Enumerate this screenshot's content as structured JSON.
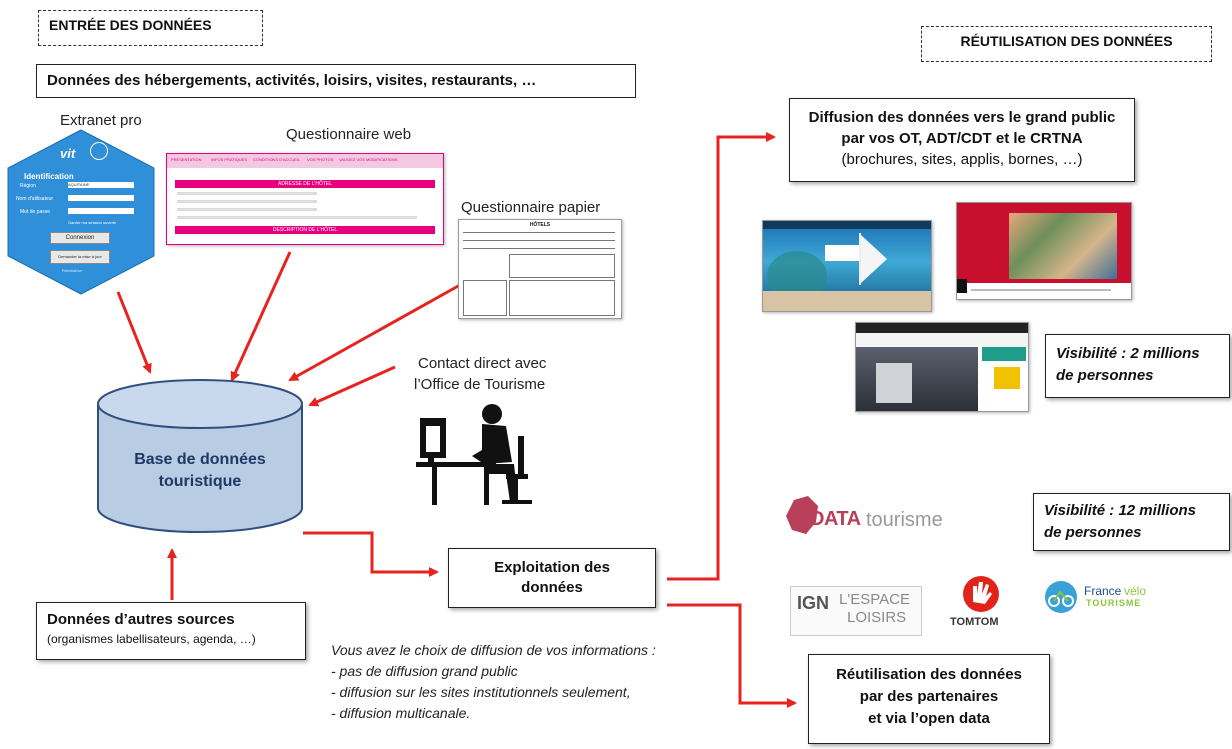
{
  "colors": {
    "arrow": "#e8221f",
    "db_fill": "#b8cce4",
    "db_stroke": "#2f4f7f",
    "db_text": "#1f3864",
    "pink": "#e6007e"
  },
  "headers": {
    "input": "ENTRÉE DES DONNÉES",
    "reuse": "RÉUTILISATION DES DONNÉES"
  },
  "data_types": "Données des hébergements, activités, loisirs, visites, restaurants, …",
  "sources": {
    "extranet": "Extranet pro",
    "web_form": "Questionnaire web",
    "paper_form": "Questionnaire papier",
    "contact_line1": "Contact direct avec",
    "contact_line2": "l’Office de Tourisme"
  },
  "extranet_ui": {
    "logo": "vit",
    "title": "Identification",
    "field1": "Région",
    "field1_value": "AQUITAINE",
    "field2": "Nom d'utilisateur",
    "field3": "Mot de passe",
    "remember": "Garder ma session ouverte",
    "button": "Connexion",
    "recover": "Demander la mise à jour",
    "recover2": "Réinitialiser"
  },
  "web_form_ui": {
    "tabs": [
      "PRÉSENTATION",
      "INFOS PRATIQUES",
      "CONDITIONS D'ACCUEIL",
      "VOS PHOTOS",
      "VALIDEZ VOS MODIFICATIONS"
    ],
    "section1": "ADRESSE DE L'HÔTEL",
    "section2": "DESCRIPTION DE L'HÔTEL"
  },
  "paper_form_ui": {
    "title": "HÔTELS"
  },
  "database": {
    "line1": "Base de données",
    "line2": "touristique"
  },
  "other_sources": {
    "title": "Données d’autres sources",
    "detail": "(organismes labellisateurs, agenda, …)"
  },
  "exploitation": {
    "line1": "Exploitation des",
    "line2": "données"
  },
  "diffusion": {
    "line1": "Diffusion des données vers le grand public",
    "line2": "par vos OT, ADT/CDT et le CRTNA",
    "line3": "(brochures, sites, applis, bornes, …)"
  },
  "visibility1": {
    "line1": "Visibilité : 2 millions",
    "line2": "de personnes"
  },
  "visibility2": {
    "line1": "Visibilité : 12 millions",
    "line2": "de personnes"
  },
  "partners": {
    "datatourisme_bold": "DATA",
    "datatourisme_light": "tourisme",
    "ign": "IGN",
    "ign_name1": "L'ESPACE",
    "ign_name2": "LOISIRS",
    "tomtom": "TOMTOM",
    "velo1": "France",
    "velo2": "vélo",
    "velo3": "TOURISME"
  },
  "reuse_box": {
    "line1": "Réutilisation des données",
    "line2": "par des partenaires",
    "line3": "et via l’open data"
  },
  "choice": {
    "intro": "Vous avez le choix de diffusion de vos informations :",
    "items": [
      "- pas de diffusion grand public",
      "- diffusion sur les sites institutionnels seulement,",
      "- diffusion multicanale."
    ]
  }
}
